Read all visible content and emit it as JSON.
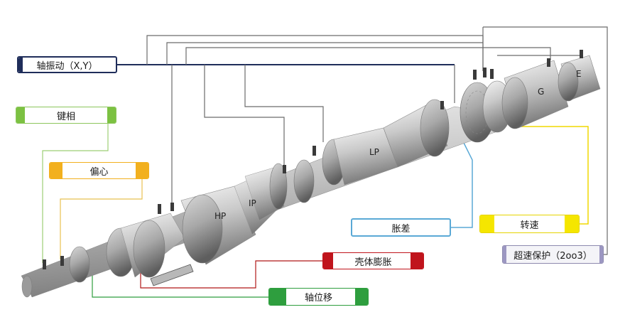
{
  "labels": {
    "vibration": "轴振动（X,Y）",
    "keyphasor": "键相",
    "eccentricity": "偏心",
    "differential_expansion": "胀差",
    "speed": "转速",
    "overspeed": "超速保护（2oo3）",
    "case_expansion": "壳体膨胀",
    "axial_position": "轴位移"
  },
  "sections": {
    "hp": "HP",
    "ip": "IP",
    "lp": "LP",
    "g": "G",
    "e": "E"
  },
  "colors": {
    "vibration": "#1f2d5a",
    "keyphasor": "#7cc142",
    "eccentricity": "#f2b01e",
    "differential_expansion": "#5aa9d6",
    "speed": "#f5e600",
    "overspeed": "#9c97c2",
    "case_expansion": "#c0141c",
    "axial_position": "#2e9e3e"
  }
}
